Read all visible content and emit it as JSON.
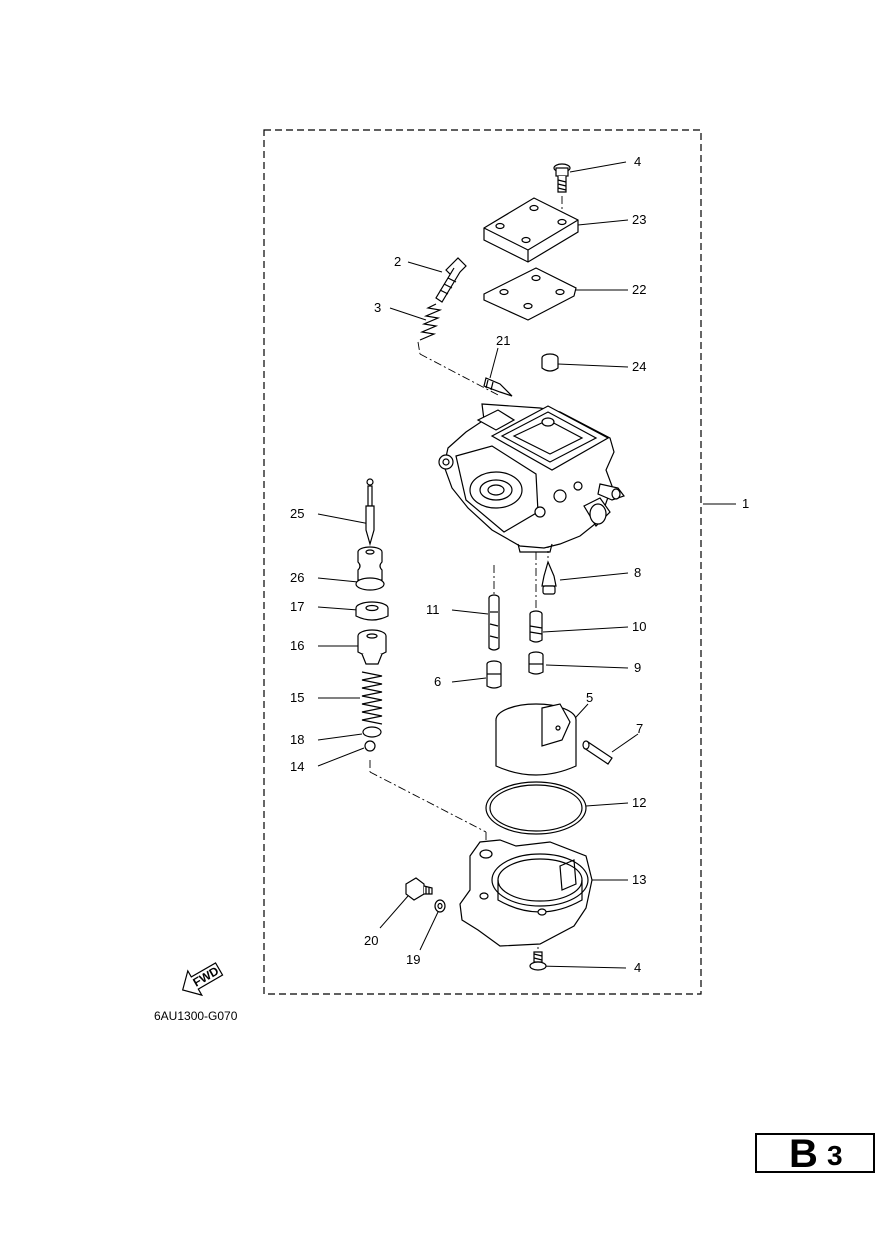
{
  "drawing_code": "6AU1300-G070",
  "section": {
    "letter": "B",
    "number": "3"
  },
  "fwd_label": "FWD",
  "callouts": [
    {
      "id": "c4a",
      "label": "4"
    },
    {
      "id": "c23",
      "label": "23"
    },
    {
      "id": "c2",
      "label": "2"
    },
    {
      "id": "c22",
      "label": "22"
    },
    {
      "id": "c3",
      "label": "3"
    },
    {
      "id": "c21",
      "label": "21"
    },
    {
      "id": "c24",
      "label": "24"
    },
    {
      "id": "c1",
      "label": "1"
    },
    {
      "id": "c25",
      "label": "25"
    },
    {
      "id": "c8",
      "label": "8"
    },
    {
      "id": "c26",
      "label": "26"
    },
    {
      "id": "c17",
      "label": "17"
    },
    {
      "id": "c11",
      "label": "11"
    },
    {
      "id": "c10",
      "label": "10"
    },
    {
      "id": "c16",
      "label": "16"
    },
    {
      "id": "c9",
      "label": "9"
    },
    {
      "id": "c6",
      "label": "6"
    },
    {
      "id": "c15",
      "label": "15"
    },
    {
      "id": "c5",
      "label": "5"
    },
    {
      "id": "c7",
      "label": "7"
    },
    {
      "id": "c18",
      "label": "18"
    },
    {
      "id": "c14",
      "label": "14"
    },
    {
      "id": "c12",
      "label": "12"
    },
    {
      "id": "c13",
      "label": "13"
    },
    {
      "id": "c20",
      "label": "20"
    },
    {
      "id": "c19",
      "label": "19"
    },
    {
      "id": "c4b",
      "label": "4"
    }
  ]
}
